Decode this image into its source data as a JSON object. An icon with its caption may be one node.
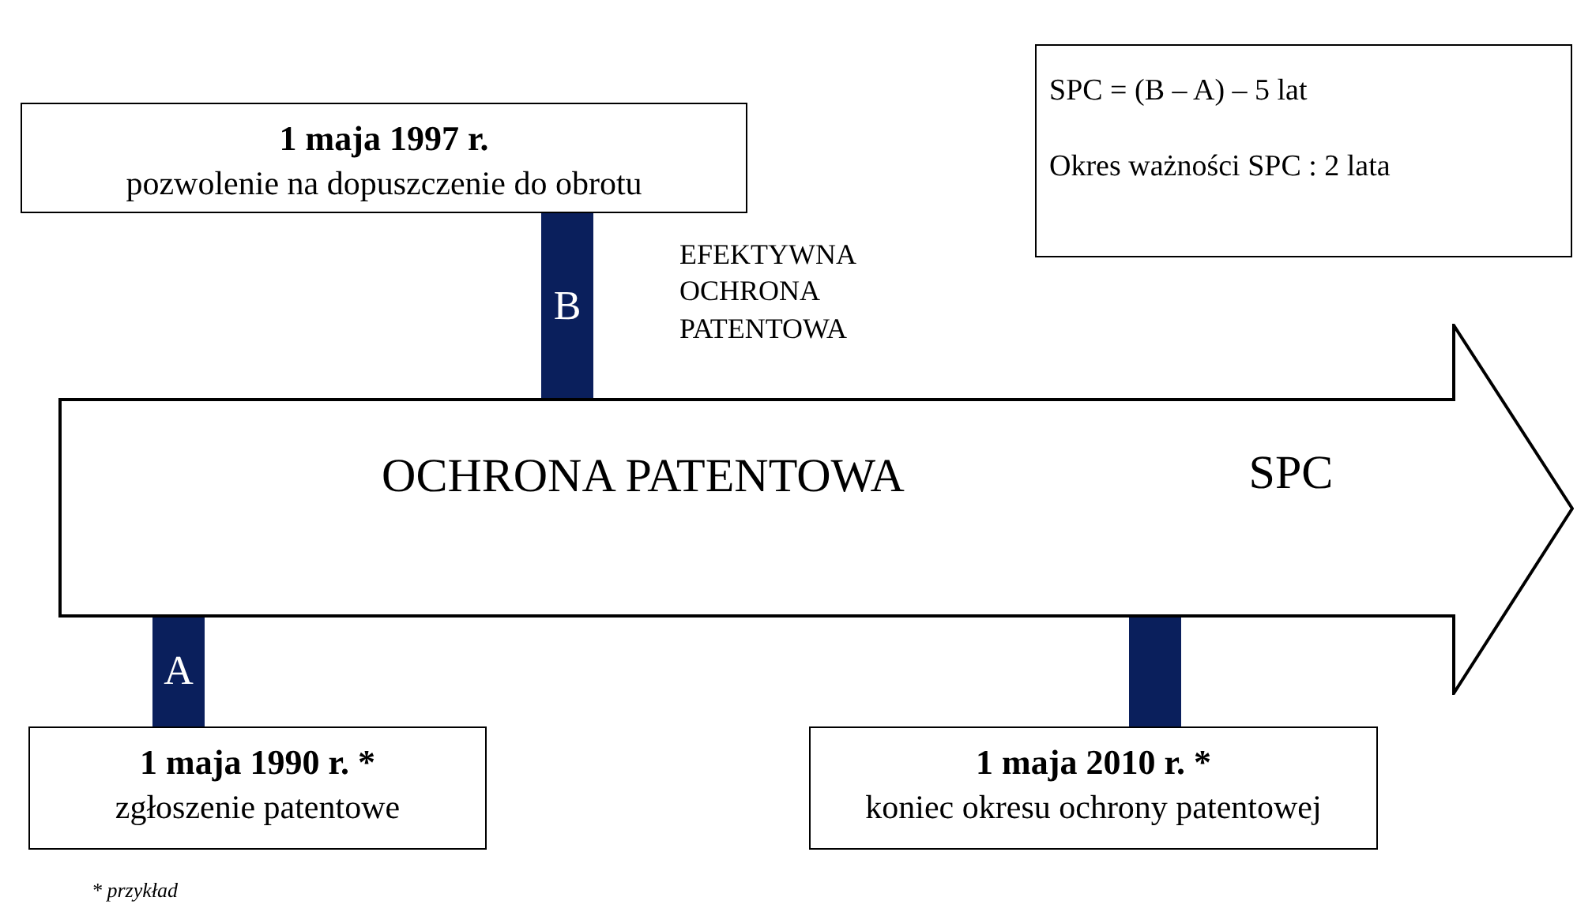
{
  "diagram": {
    "nodes": [
      {
        "text": [
          "1 maja 1997 r.",
          "pozwolenie na dopuszczenie do obrotu"
        ]
      },
      {
        "text": [
          "SPC = (B – A) – 5 lat",
          "Okres ważności SPC : 2 lata"
        ]
      },
      {
        "text": [
          "OCHRONA PATENTOWA",
          "SPC"
        ]
      },
      {
        "text": [
          "1 maja 1990 r. *",
          "zgłoszenie patentowe"
        ]
      },
      {
        "text": [
          "1 maja 2010 r. *",
          "koniec okresu ochrony patentowej"
        ]
      }
    ],
    "edges": [
      {
        "from": 0,
        "to": 2,
        "arrow": "none",
        "label": "B"
      },
      {
        "from": 3,
        "to": 2,
        "arrow": "none",
        "label": "A"
      },
      {
        "from": 4,
        "to": 2,
        "arrow": "none"
      }
    ],
    "labels": [
      "EFEKTYWNA OCHRONA PATENTOWA",
      "* przykład"
    ]
  }
}
